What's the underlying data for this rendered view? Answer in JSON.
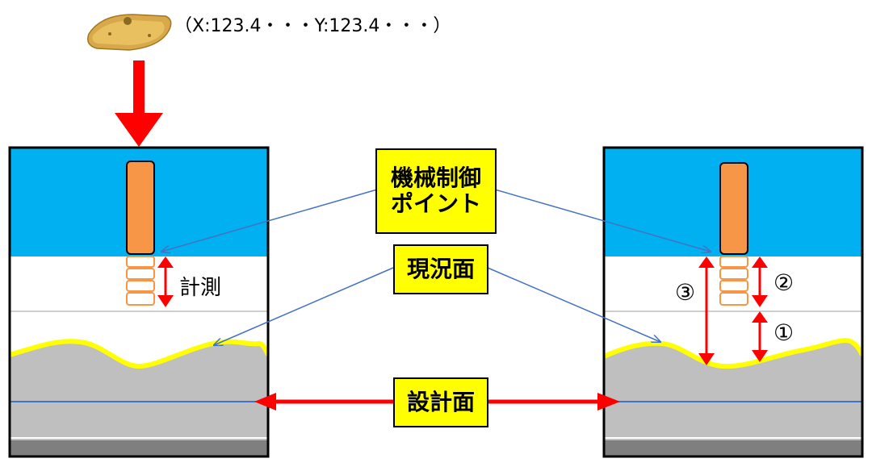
{
  "coordinate_label": "（X:123.4・・・Y:123.4・・・）",
  "callouts": {
    "machine_control_line1": "機械制御",
    "machine_control_line2": "ポイント",
    "current_surface": "現況面",
    "design_surface": "設計面"
  },
  "left_panel": {
    "measure_label": "計測"
  },
  "right_panel": {
    "label_1": "①",
    "label_2": "②",
    "label_3": "③"
  },
  "colors": {
    "sky": "#00b0f0",
    "ground": "#bfbfbf",
    "bedrock": "#7f7f7f",
    "surface_line": "#ffff00",
    "design_line": "#4472c4",
    "arrow_red": "#ff0000",
    "bucket": "#f79646",
    "callout_bg": "#ffff00"
  },
  "icons": {
    "gnss_receiver": "gnss-receiver-icon"
  }
}
